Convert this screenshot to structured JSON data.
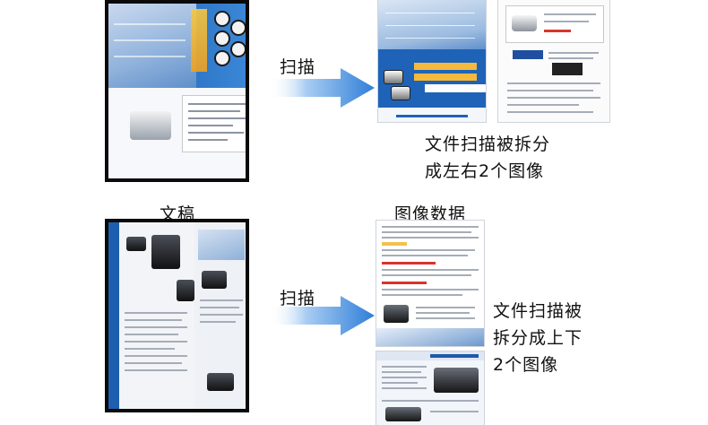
{
  "labels": {
    "scan_top": "扫描",
    "scan_bottom": "扫描",
    "manuscript": "文稿",
    "image_data": "图像数据"
  },
  "captions": {
    "top": [
      "文件扫描被拆分",
      "成左右2个图像"
    ],
    "bottom": [
      "文件扫描被",
      "拆分成上下",
      "2个图像"
    ]
  },
  "colors": {
    "brand_blue": "#1e63b8",
    "arrow_blue": "#3f8fe0",
    "frame": "#0a0a0a"
  },
  "icons": {
    "arrow": "right-arrow-icon"
  }
}
